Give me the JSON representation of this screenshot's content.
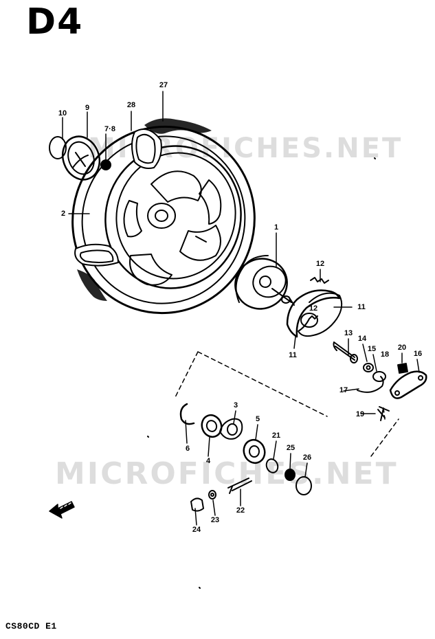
{
  "page": {
    "title": "D4",
    "footer": "CS80CD E1",
    "watermark": "MICROFICHES.NET"
  },
  "callouts": [
    {
      "id": "c27",
      "text": "27"
    },
    {
      "id": "c10",
      "text": "10"
    },
    {
      "id": "c9",
      "text": "9"
    },
    {
      "id": "c28",
      "text": "28"
    },
    {
      "id": "c78",
      "text": "7·8"
    },
    {
      "id": "c2",
      "text": "2"
    },
    {
      "id": "c1",
      "text": "1"
    },
    {
      "id": "c12a",
      "text": "12"
    },
    {
      "id": "c12b",
      "text": "12"
    },
    {
      "id": "c11a",
      "text": "11"
    },
    {
      "id": "c11b",
      "text": "11"
    },
    {
      "id": "c13",
      "text": "13"
    },
    {
      "id": "c14",
      "text": "14"
    },
    {
      "id": "c15",
      "text": "15"
    },
    {
      "id": "c18",
      "text": "18"
    },
    {
      "id": "c20",
      "text": "20"
    },
    {
      "id": "c16",
      "text": "16"
    },
    {
      "id": "c17",
      "text": "17"
    },
    {
      "id": "c19",
      "text": "19"
    },
    {
      "id": "c3",
      "text": "3"
    },
    {
      "id": "c5",
      "text": "5"
    },
    {
      "id": "c6",
      "text": "6"
    },
    {
      "id": "c4",
      "text": "4"
    },
    {
      "id": "c21",
      "text": "21"
    },
    {
      "id": "c25",
      "text": "25"
    },
    {
      "id": "c26",
      "text": "26"
    },
    {
      "id": "c22",
      "text": "22"
    },
    {
      "id": "c23",
      "text": "23"
    },
    {
      "id": "c24",
      "text": "24"
    }
  ],
  "icons": {
    "direction_arrow": "front-arrow-icon"
  }
}
